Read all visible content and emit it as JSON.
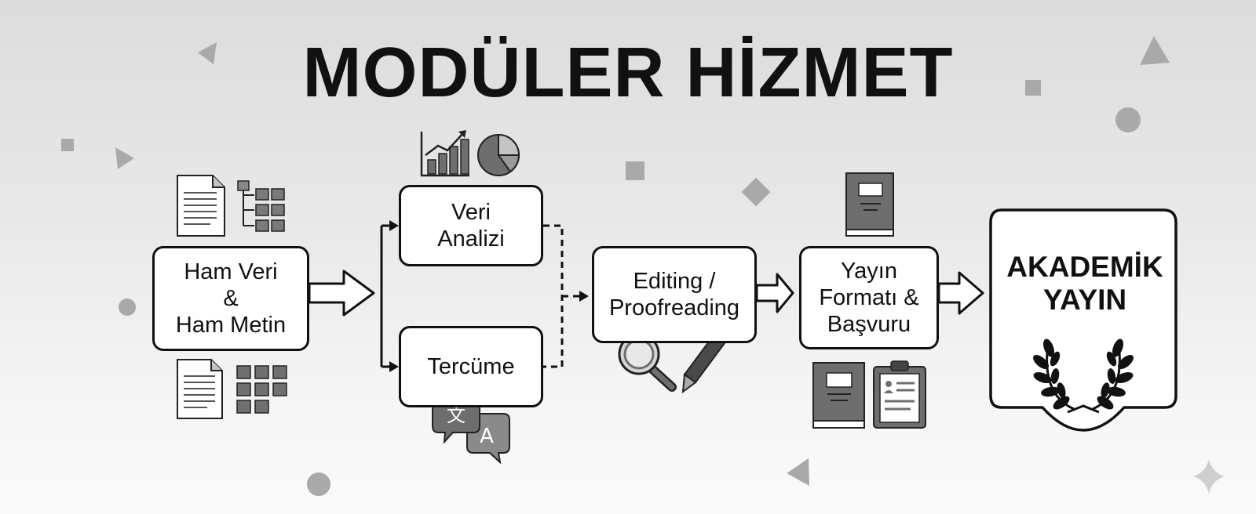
{
  "title": "MODÜLER HİZMET",
  "nodes": {
    "raw": "Ham Veri\n&\nHam Metin",
    "analysis": "Veri\nAnalizi",
    "translation": "Tercüme",
    "editing": "Editing /\nProofreading",
    "format": "Yayın\nFormatı &\nBaşvuru",
    "final": "AKADEMİK\nYAYIN"
  },
  "icons": [
    "document-icon",
    "tree-structure-icon",
    "table-grid-icon",
    "bar-chart-icon",
    "pie-chart-icon",
    "translate-icon",
    "magnifier-icon",
    "pen-icon",
    "book-icon",
    "clipboard-icon",
    "laurel-wreath-icon"
  ],
  "colors": {
    "ink": "#111111",
    "icon_fill": "#6e6e6e",
    "icon_light": "#c4c4c4",
    "background": "#e6e6e6"
  }
}
